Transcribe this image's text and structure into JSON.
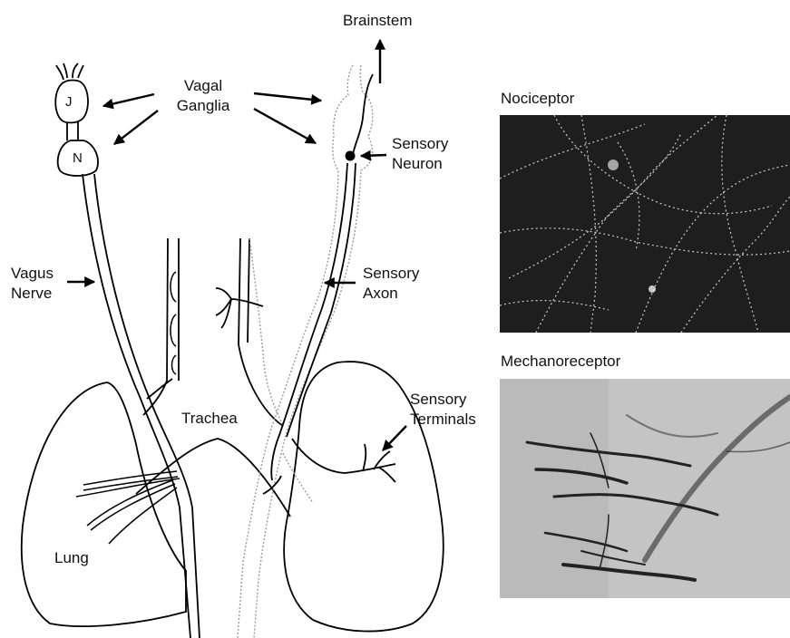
{
  "labels": {
    "brainstem": "Brainstem",
    "vagal_ganglia_1": "Vagal",
    "vagal_ganglia_2": "Ganglia",
    "ganglion_j": "J",
    "ganglion_n": "N",
    "sensory_neuron_1": "Sensory",
    "sensory_neuron_2": "Neuron",
    "vagus_nerve_1": "Vagus",
    "vagus_nerve_2": "Nerve",
    "sensory_axon_1": "Sensory",
    "sensory_axon_2": "Axon",
    "sensory_terminals_1": "Sensory",
    "sensory_terminals_2": "Terminals",
    "trachea": "Trachea",
    "lung": "Lung"
  },
  "panels": {
    "nociceptor": {
      "title": "Nociceptor"
    },
    "mechanoreceptor": {
      "title": "Mechanoreceptor"
    }
  }
}
